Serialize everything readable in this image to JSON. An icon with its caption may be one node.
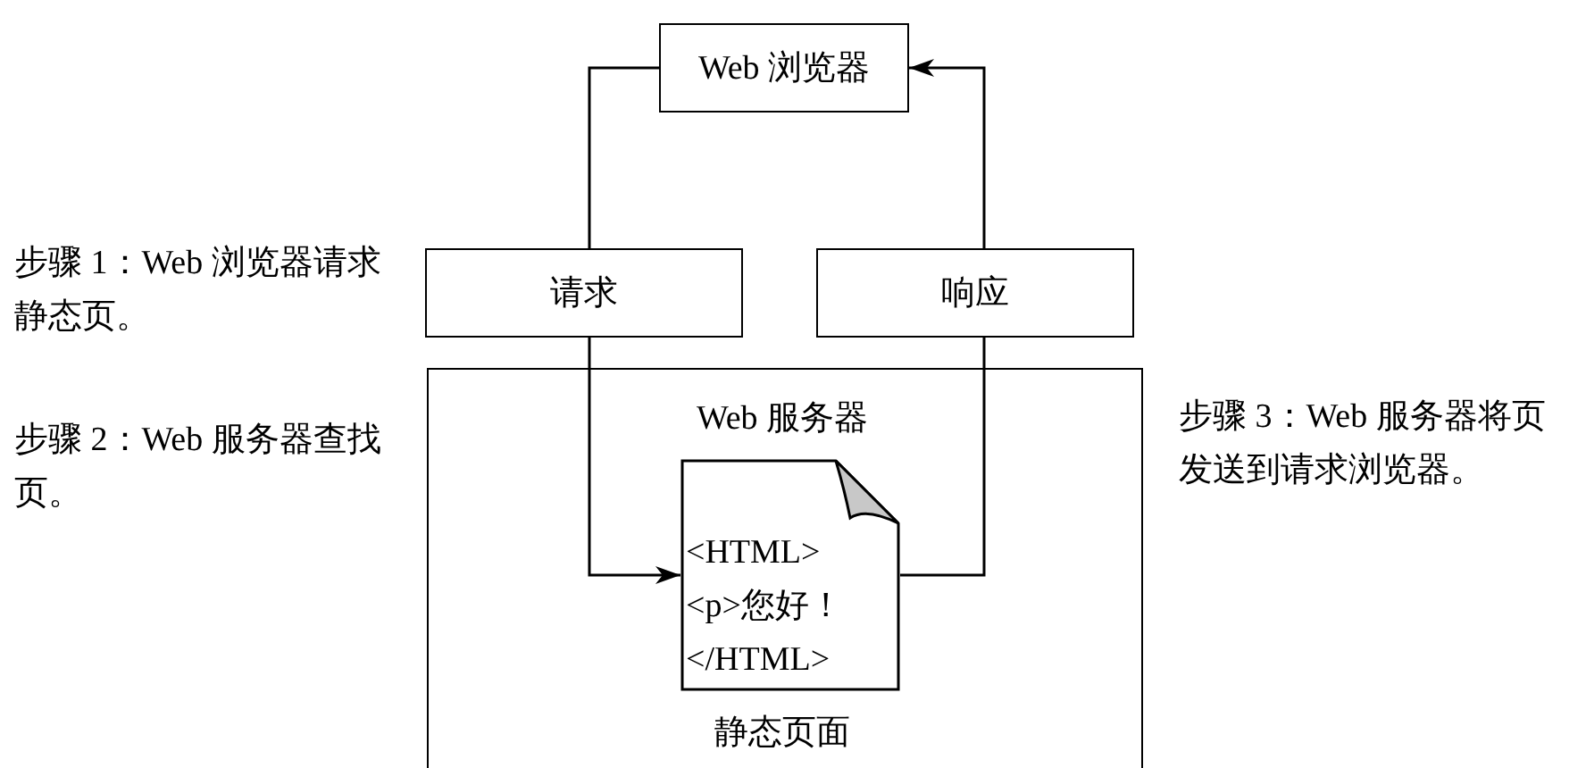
{
  "diagram": {
    "nodes": [
      {
        "text": [
          "Web 浏览器"
        ]
      },
      {
        "text": [
          "请求"
        ]
      },
      {
        "text": [
          "响应"
        ]
      },
      {
        "text": [
          "Web 服务器"
        ]
      },
      {
        "text": [
          "<HTML> <p>您好！ </HTML>"
        ],
        "in": 3,
        "beside": [
          "静态页面"
        ]
      }
    ],
    "edges": [
      {
        "from": 0,
        "to": 1,
        "arrow": "none"
      },
      {
        "from": 1,
        "to": 4,
        "arrow": "to"
      },
      {
        "from": 4,
        "to": 2,
        "arrow": "none"
      },
      {
        "from": 2,
        "to": 0,
        "arrow": "to"
      }
    ],
    "labels": [
      "步骤 1：Web 浏览器请求静态页。",
      "步骤 2：Web 服务器查找页。",
      "步骤 3：Web 服务器将页发送到请求浏览器。"
    ]
  }
}
